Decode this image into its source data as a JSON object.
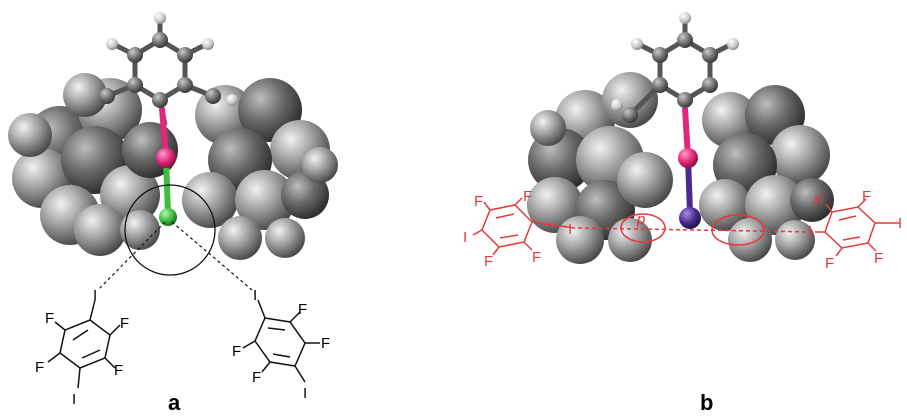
{
  "panels": [
    {
      "label": "a",
      "left_molecule_labels": {
        "i": "I",
        "f1": "F",
        "f2": "F",
        "f3": "F",
        "f4": "F",
        "i2": "I"
      },
      "right_molecule_labels": {
        "i": "I",
        "f1": "F",
        "f2": "F",
        "f3": "F",
        "f4": "F",
        "i2": "I"
      }
    },
    {
      "label": "b",
      "left_molecule_labels": {
        "i": "I",
        "f1": "F",
        "f2": "F",
        "f3": "F",
        "f4": "F",
        "i2": "I"
      },
      "right_molecule_labels": {
        "i": "I",
        "f1": "F",
        "f2": "F",
        "f3": "F",
        "f4": "F",
        "i2": "I"
      },
      "annotation": "p"
    }
  ],
  "colors": {
    "carbon": "#6e6e6e",
    "hydrogen": "#d8d8d8",
    "phosphorus": "#e0287a",
    "chlorine": "#3cbf3c",
    "iodine_b": "#4b2a8c",
    "sketch_red": "#e8383a",
    "ink": "#111111"
  }
}
